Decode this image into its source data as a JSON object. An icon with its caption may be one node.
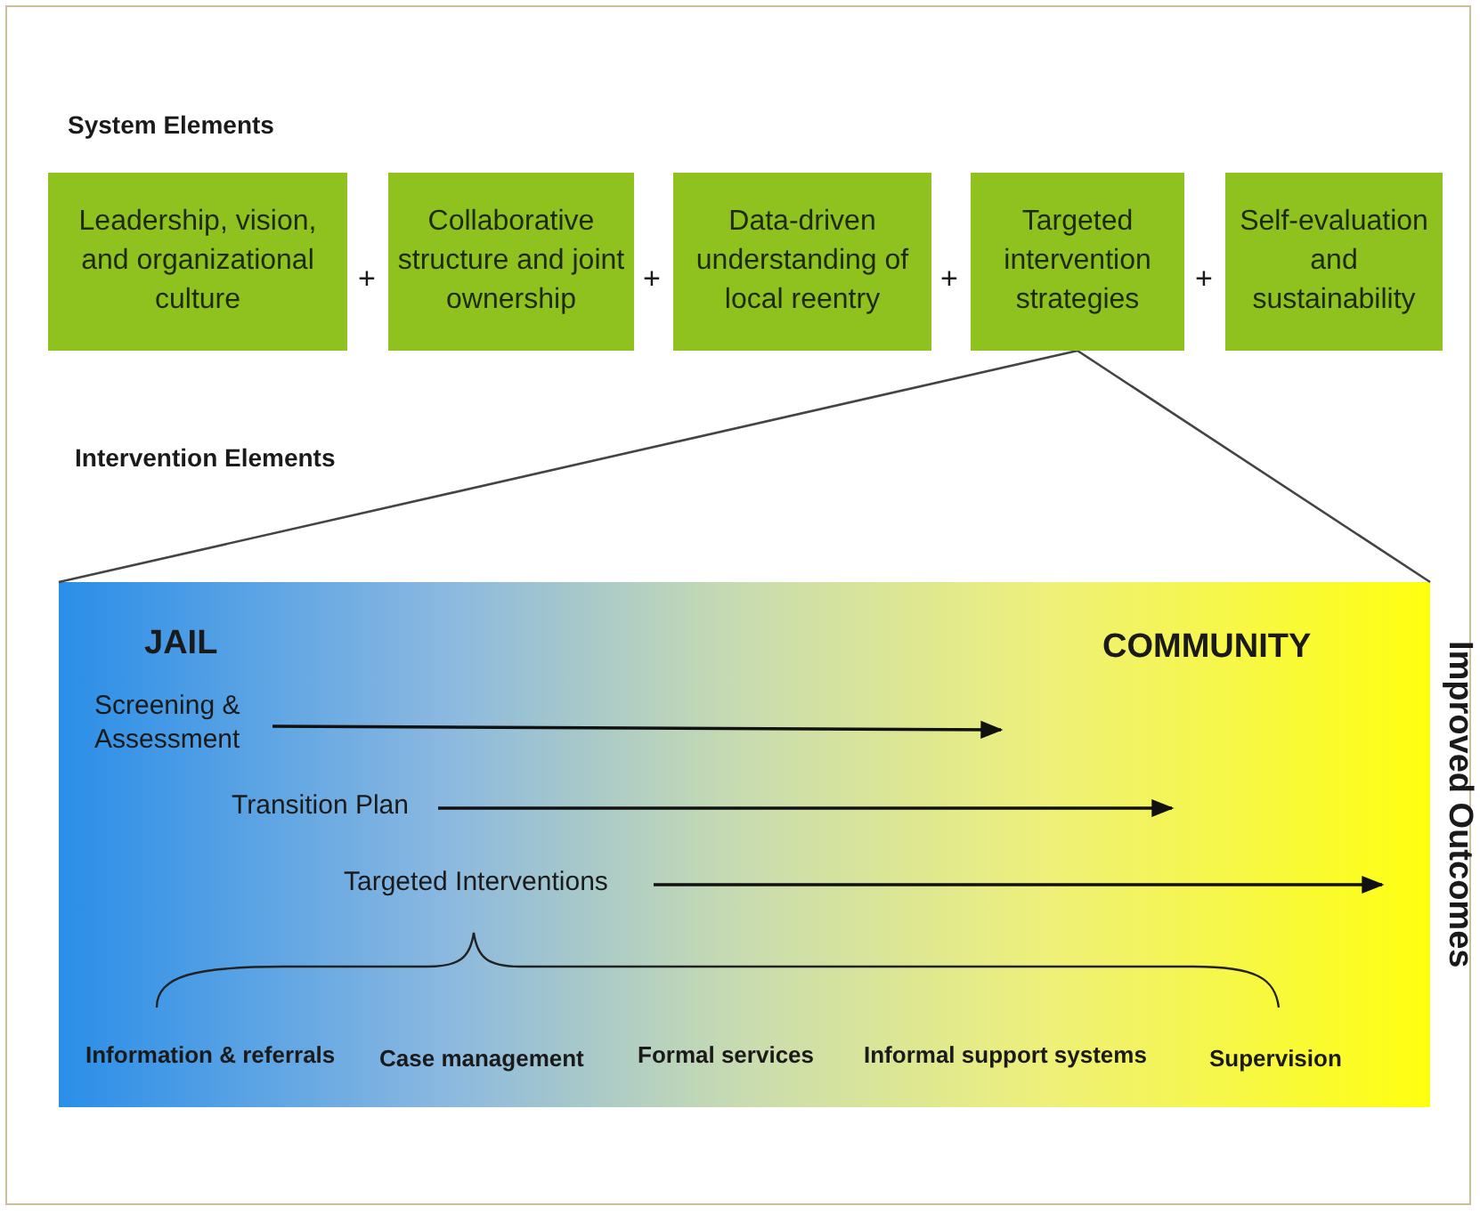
{
  "diagram": {
    "nodes": [
      {
        "text": [
          "Leadership, vision, and organizational culture"
        ]
      },
      {
        "text": [
          "Collaborative structure and joint ownership"
        ]
      },
      {
        "text": [
          "Data-driven understanding of local reentry"
        ]
      },
      {
        "text": [
          "Targeted intervention strategies"
        ]
      },
      {
        "text": [
          "Self-evaluation and sustainability"
        ]
      },
      {
        "text": [
          "JAIL",
          "COMMUNITY"
        ]
      },
      {
        "text": [
          "Screening & Assessment"
        ],
        "in": 5
      },
      {
        "text": [
          "Transition Plan"
        ],
        "in": 5
      },
      {
        "text": [
          "Targeted Interventions"
        ],
        "in": 5
      }
    ],
    "edges": [
      {
        "from": 3,
        "to": 5,
        "arrow": "none"
      },
      {
        "from": 3,
        "to": 5,
        "arrow": "none"
      },
      {
        "from": 6,
        "to": null,
        "arrow": "to"
      },
      {
        "from": 7,
        "to": null,
        "arrow": "to"
      },
      {
        "from": 8,
        "to": null,
        "arrow": "to"
      }
    ],
    "labels": [
      "System Elements",
      "+",
      "+",
      "+",
      "+",
      "Intervention Elements",
      "Information & referrals",
      "Case management",
      "Formal services",
      "Informal support systems",
      "Supervision",
      "Improved Outcomes"
    ]
  }
}
